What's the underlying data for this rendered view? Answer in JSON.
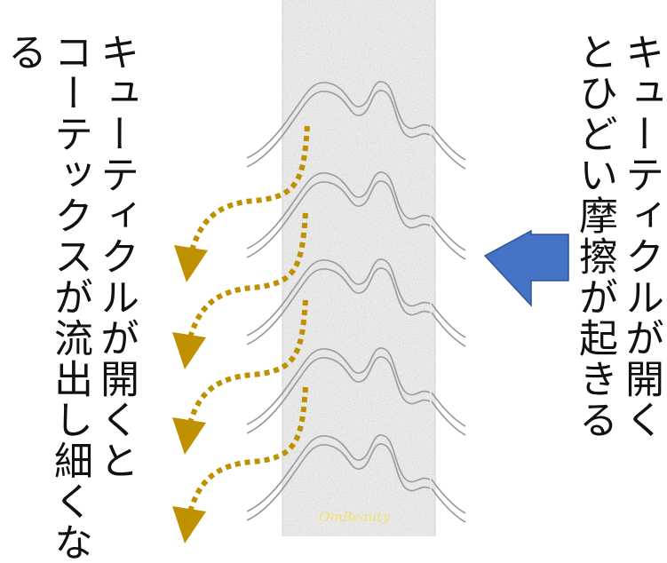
{
  "right_note": {
    "line1": "キューティクルが開く",
    "line2": "とひどい摩擦が起きる"
  },
  "left_note": {
    "line1": "キューティクルが開くと",
    "line2": "コーテックスが流出し細くな",
    "line3": "る"
  },
  "watermark": "OmBeauty",
  "colors": {
    "friction_arrow": "#4472C4",
    "outflow_arrow": "#BF9000",
    "hair_fill": "#EFEFEF",
    "scale_line": "#9A9A9A"
  },
  "icons": {
    "friction_arrow": "left-arrow-icon",
    "outflow_arrows": "dotted-curved-arrow-icon"
  }
}
